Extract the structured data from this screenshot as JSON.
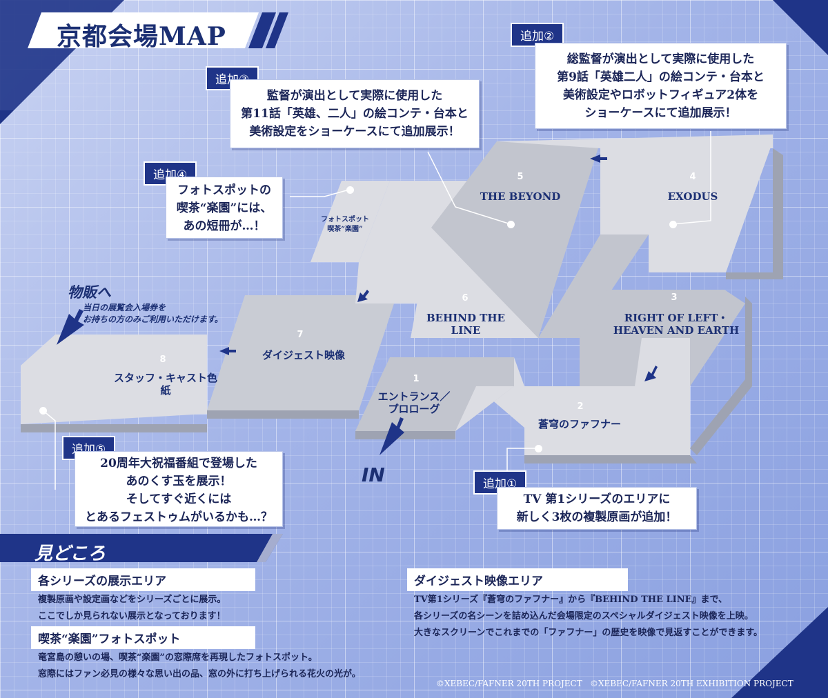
{
  "title": "京都会場MAP",
  "rooms": [
    {
      "num": "1",
      "label": "エントランス／\nプロローグ"
    },
    {
      "num": "2",
      "label": "蒼穹のファフナー"
    },
    {
      "num": "3",
      "label": "RIGHT OF LEFT・\nHEAVEN AND EARTH"
    },
    {
      "num": "4",
      "label": "EXODUS"
    },
    {
      "num": "5",
      "label": "THE BEYOND"
    },
    {
      "num": "6",
      "label": "BEHIND THE LINE"
    },
    {
      "num": "7",
      "label": "ダイジェスト映像"
    },
    {
      "num": "8",
      "label": "スタッフ・キャスト色紙"
    }
  ],
  "photo_spot_label": "フォトスポット\n喫茶“楽園”",
  "additions": [
    {
      "tag": "追加①",
      "text": "TV 第1シリーズのエリアに\n新しく3枚の複製原画が追加！"
    },
    {
      "tag": "追加②",
      "text": "総監督が演出として実際に使用した\n第9話「英雄二人」の絵コンテ・台本と\n美術設定やロボットフィギュア2体を\nショーケースにて追加展示！"
    },
    {
      "tag": "追加③",
      "text": "監督が演出として実際に使用した\n第11話「英雄、二人」の絵コンテ・台本と\n美術設定をショーケースにて追加展示！"
    },
    {
      "tag": "追加④",
      "text": "フォトスポットの\n喫茶“楽園”には、\nあの短冊が…！"
    },
    {
      "tag": "追加⑤",
      "text": "20周年大祝福番組で登場した\nあのくす玉を展示！\nそしてすぐ近くには\nとあるフェストゥムがいるかも…？"
    }
  ],
  "sales": {
    "label": "物販へ",
    "note": "当日の展覧会入場券を\nお持ちの方のみご利用いただけます。"
  },
  "entrance_label": "IN",
  "highlights": {
    "heading": "見どころ",
    "sections": [
      {
        "title": "各シリーズの展示エリア",
        "body": "複製原画や設定画などをシリーズごとに展示。\nここでしか見られない展示となっております！"
      },
      {
        "title": "喫茶“楽園”フォトスポット",
        "body": "竜宮島の憩いの場、喫茶“楽園”の窓際席を再現したフォトスポット。\n窓際にはファン必見の様々な思い出の品、窓の外に打ち上げられる花火の光が。"
      },
      {
        "title": "ダイジェスト映像エリア",
        "body": "TV第1シリーズ『蒼穹のファフナー』から『BEHIND THE LINE』まで、\n各シリーズの名シーンを詰め込んだ会場限定のスペシャルダイジェスト映像を上映。\n大きなスクリーンでこれまでの「ファフナー」の歴史を映像で見返すことができます。"
      }
    ]
  },
  "copyrights": [
    "©XEBEC/FAFNER 20TH PROJECT",
    "©XEBEC/FAFNER 20TH EXHIBITION PROJECT"
  ],
  "colors": {
    "navy": "#1f3488",
    "floor": "#dcdde3",
    "floor_dark": "#c2c5ce",
    "wall": "#9ea3b2"
  }
}
